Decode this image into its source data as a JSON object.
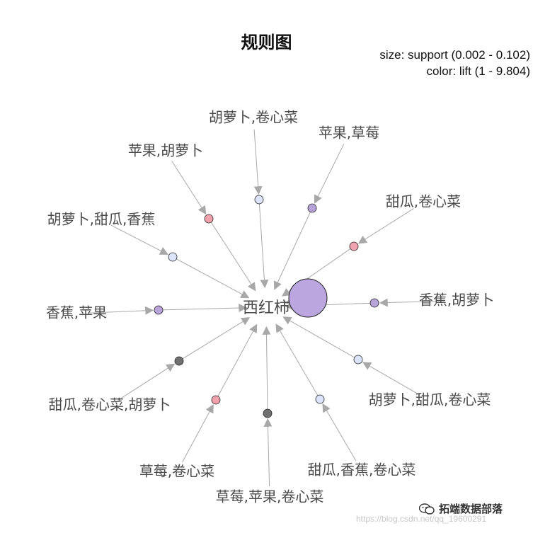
{
  "title": "规则图",
  "legend": {
    "size": "size: support (0.002 - 0.102)",
    "color": "color: lift (1 - 9.804)"
  },
  "center": {
    "id": "西红柿",
    "label": "西红柿"
  },
  "hub": {
    "color": "#bba6e0"
  },
  "antecedents": [
    {
      "label": "胡萝卜,卷心菜",
      "rule_color": "#dbe4fa"
    },
    {
      "label": "苹果,草莓",
      "rule_color": "#b7a3d8"
    },
    {
      "label": "甜瓜,卷心菜",
      "rule_color": "#f0a2ac"
    },
    {
      "label": "香蕉,胡萝卜",
      "rule_color": "#b7a3d8"
    },
    {
      "label": "胡萝卜,甜瓜,卷心菜",
      "rule_color": "#dbe4fa"
    },
    {
      "label": "甜瓜,香蕉,卷心菜",
      "rule_color": "#dbe4fa"
    },
    {
      "label": "草莓,苹果,卷心菜",
      "rule_color": "#707070"
    },
    {
      "label": "草莓,卷心菜",
      "rule_color": "#f0a2ac"
    },
    {
      "label": "甜瓜,卷心菜,胡萝卜",
      "rule_color": "#707070"
    },
    {
      "label": "香蕉,苹果",
      "rule_color": "#b7a3d8"
    },
    {
      "label": "胡萝卜,甜瓜,香蕉",
      "rule_color": "#dbe4fa"
    },
    {
      "label": "苹果,胡萝卜",
      "rule_color": "#f0a2ac"
    }
  ],
  "styles": {
    "edge_color": "#a8a8a8",
    "label_color": "#4a4a4a",
    "node_stroke": "#222222"
  },
  "watermark": {
    "brand": "拓端数据部落",
    "url": "https://blog.csdn.net/qq_19600291",
    "icon": "wechat-icon"
  }
}
